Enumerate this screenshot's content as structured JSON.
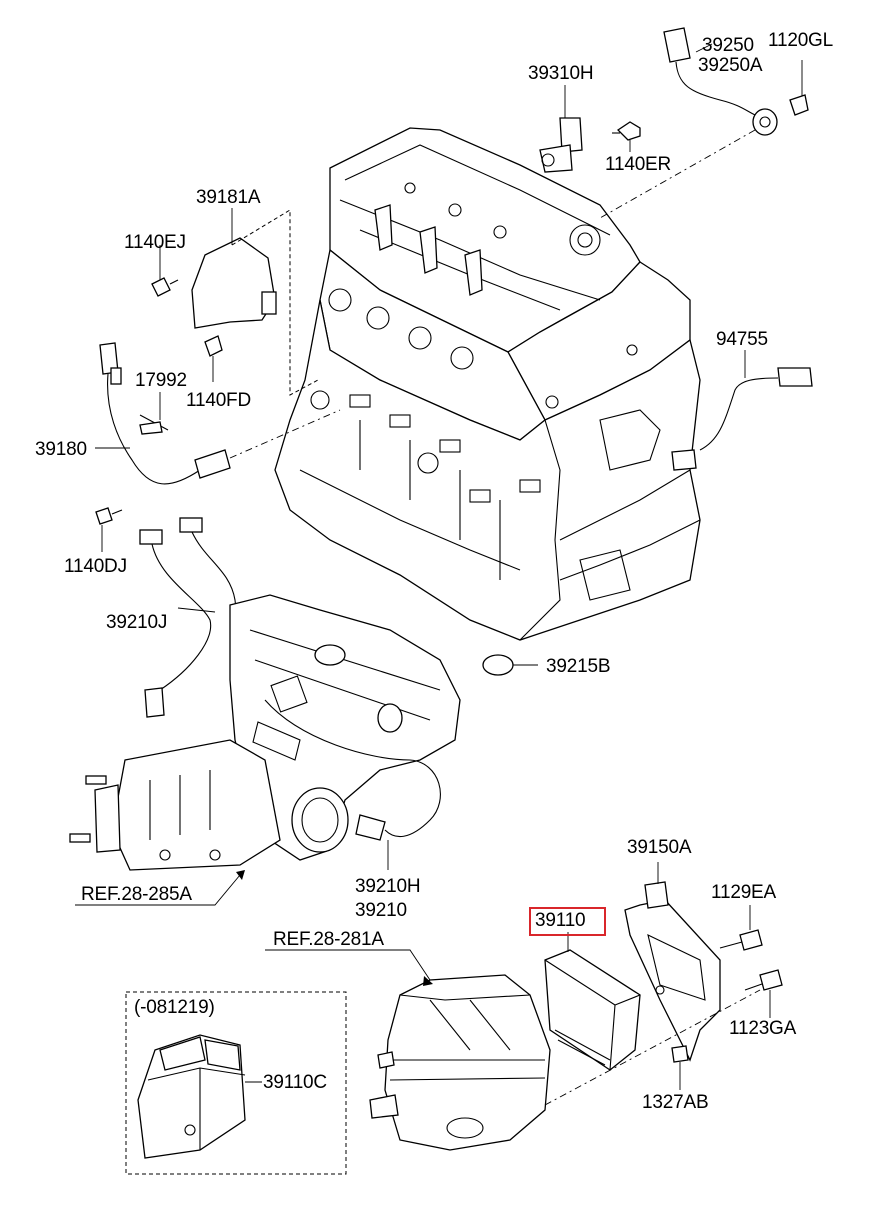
{
  "labels": {
    "p39250": "39250",
    "p1120GL": "1120GL",
    "p39250A": "39250A",
    "p39310H": "39310H",
    "p1140ER": "1140ER",
    "p39181A": "39181A",
    "p1140EJ": "1140EJ",
    "p17992": "17992",
    "p1140FD": "1140FD",
    "p39180": "39180",
    "p94755": "94755",
    "p1140DJ": "1140DJ",
    "p39210J": "39210J",
    "p39215B": "39215B",
    "p39150A": "39150A",
    "p1129EA": "1129EA",
    "p39110": "39110",
    "ref285A": "REF.28-285A",
    "p39210H": "39210H",
    "p39210": "39210",
    "ref281A": "REF.28-281A",
    "p1123GA": "1123GA",
    "p1327AB": "1327AB",
    "variant": "(-081219)",
    "p39110C": "39110C"
  },
  "highlight": {
    "part": "39110",
    "color": "#d9262b"
  }
}
